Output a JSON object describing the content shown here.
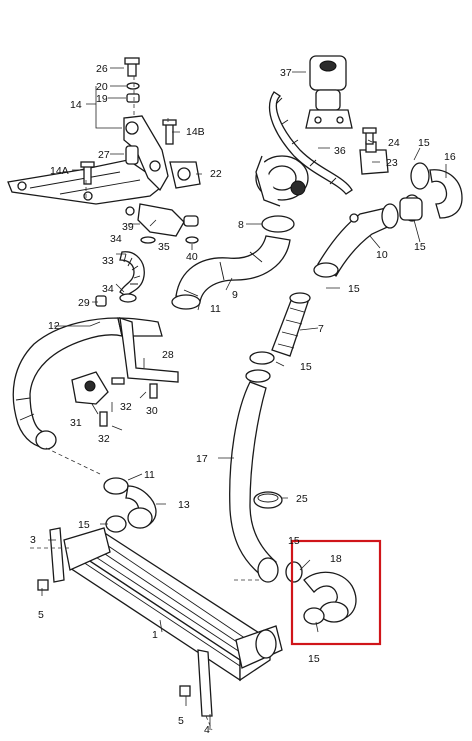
{
  "diagram": {
    "highlight_color": "#d0151a",
    "labels": {
      "p1": "1",
      "p3": "3",
      "p4": "4",
      "p5a": "5",
      "p5b": "5",
      "p7": "7",
      "p8": "8",
      "p9": "9",
      "p10": "10",
      "p11a": "11",
      "p11b": "11",
      "p12": "12",
      "p13": "13",
      "p14": "14",
      "p14A": "14A",
      "p14B": "14B",
      "p15a": "15",
      "p15b": "15",
      "p15c": "15",
      "p15d": "15",
      "p15e": "15",
      "p15f": "15",
      "p15g": "15",
      "p16": "16",
      "p17": "17",
      "p18": "18",
      "p19": "19",
      "p20": "20",
      "p22": "22",
      "p23": "23",
      "p24": "24",
      "p25": "25",
      "p26": "26",
      "p27": "27",
      "p28": "28",
      "p29": "29",
      "p30": "30",
      "p31": "31",
      "p32a": "32",
      "p32b": "32",
      "p33": "33",
      "p34a": "34",
      "p34b": "34",
      "p35": "35",
      "p36": "36",
      "p37": "37",
      "p39": "39",
      "p40": "40"
    }
  }
}
